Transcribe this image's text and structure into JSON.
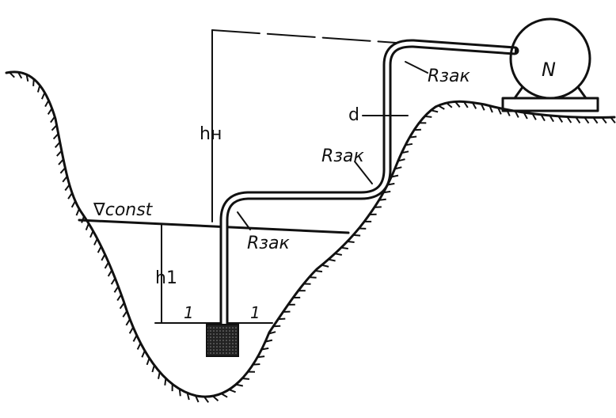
{
  "labels": {
    "const_level": "∇const",
    "h_n": "hн",
    "h_1": "h1",
    "d": "d",
    "r_top": "Rзак",
    "r_mid": "Rзак",
    "r_bottom": "Rзак",
    "n": "N",
    "section_left": "1",
    "section_right": "1"
  },
  "colors": {
    "ink": "#111111",
    "background": "#ffffff",
    "strainer": "#222222"
  }
}
